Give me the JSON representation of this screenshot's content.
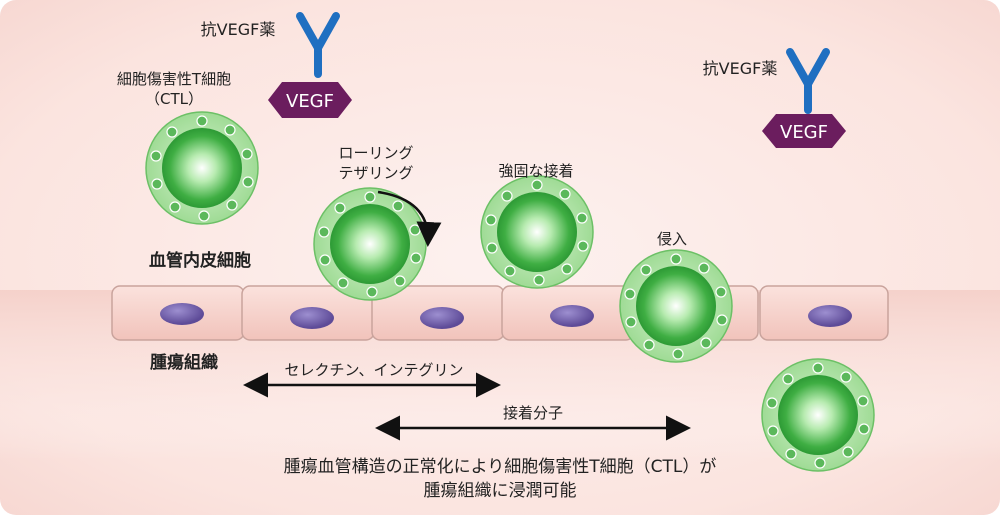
{
  "labels": {
    "anti_vegf_drug_1": "抗VEGF薬",
    "anti_vegf_drug_2": "抗VEGF薬",
    "vegf_1": "VEGF",
    "vegf_2": "VEGF",
    "ctl_line1": "細胞傷害性T細胞",
    "ctl_line2": "（CTL）",
    "rolling_line1": "ローリング",
    "rolling_line2": "テザリング",
    "firm_adhesion": "強固な接着",
    "invasion": "侵入",
    "endothelial_cells": "血管内皮細胞",
    "tumor_tissue": "腫瘍組織",
    "selectin_integrin": "セレクチン、インテグリン",
    "adhesion_molecules": "接着分子",
    "caption_line1": "腫瘍血管構造の正常化により細胞傷害性T細胞（CTL）が",
    "caption_line2": "腫瘍組織に浸潤可能"
  },
  "colors": {
    "background": "#fbe9e6",
    "endothelial_fill": "#f5cec8",
    "endothelial_stroke": "#c9a39c",
    "nucleus": "#7d6ab0",
    "cell_green": "#6fc86c",
    "antibody_blue": "#1f6fc1",
    "vegf_purple": "#6b1d5e"
  }
}
